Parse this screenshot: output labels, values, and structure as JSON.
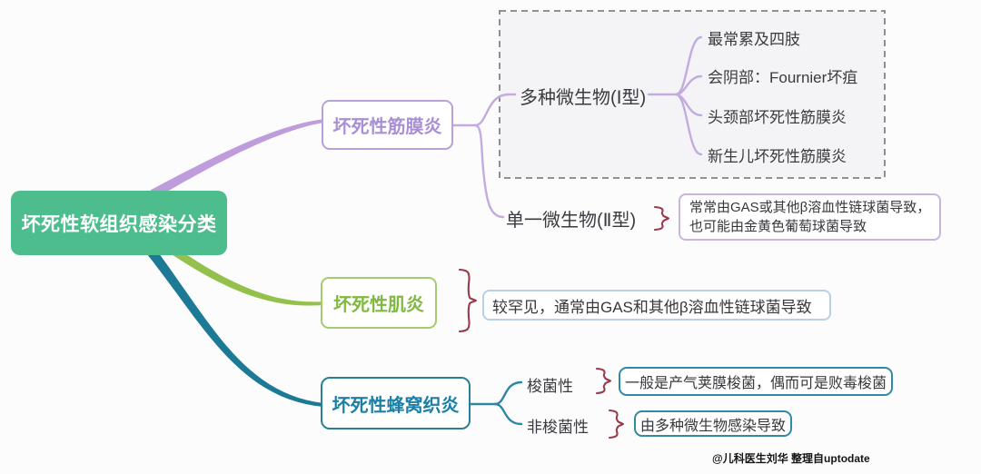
{
  "diagram": {
    "root": {
      "label": "坏死性软组织感染分类"
    },
    "watermark": "@儿科医生刘华 整理自uptodate",
    "colors": {
      "root_fill": "#4ebd8d",
      "fasciitis": "#a98fd4",
      "myositis": "#7fb93f",
      "cellulitis": "#1c7fa3",
      "brace": "#993b4a"
    },
    "branches": [
      {
        "label": "坏死性筋膜炎",
        "children": [
          {
            "label": "多种微生物(Ⅰ型)",
            "items": [
              "最常累及四肢",
              "会阴部：Fournier坏疽",
              "头颈部坏死性筋膜炎",
              "新生儿坏死性筋膜炎"
            ]
          },
          {
            "label": "单一微生物(Ⅱ型)",
            "note_lines": [
              "常常由GAS或其他β溶血性链球菌导致，",
              "也可能由金黄色葡萄球菌导致"
            ]
          }
        ]
      },
      {
        "label": "坏死性肌炎",
        "note": "较罕见，通常由GAS和其他β溶血性链球菌导致"
      },
      {
        "label": "坏死性蜂窝织炎",
        "children": [
          {
            "label": "梭菌性",
            "note": "一般是产气荚膜梭菌，偶而可是败毒梭菌"
          },
          {
            "label": "非梭菌性",
            "note": "由多种微生物感染导致"
          }
        ]
      }
    ]
  }
}
